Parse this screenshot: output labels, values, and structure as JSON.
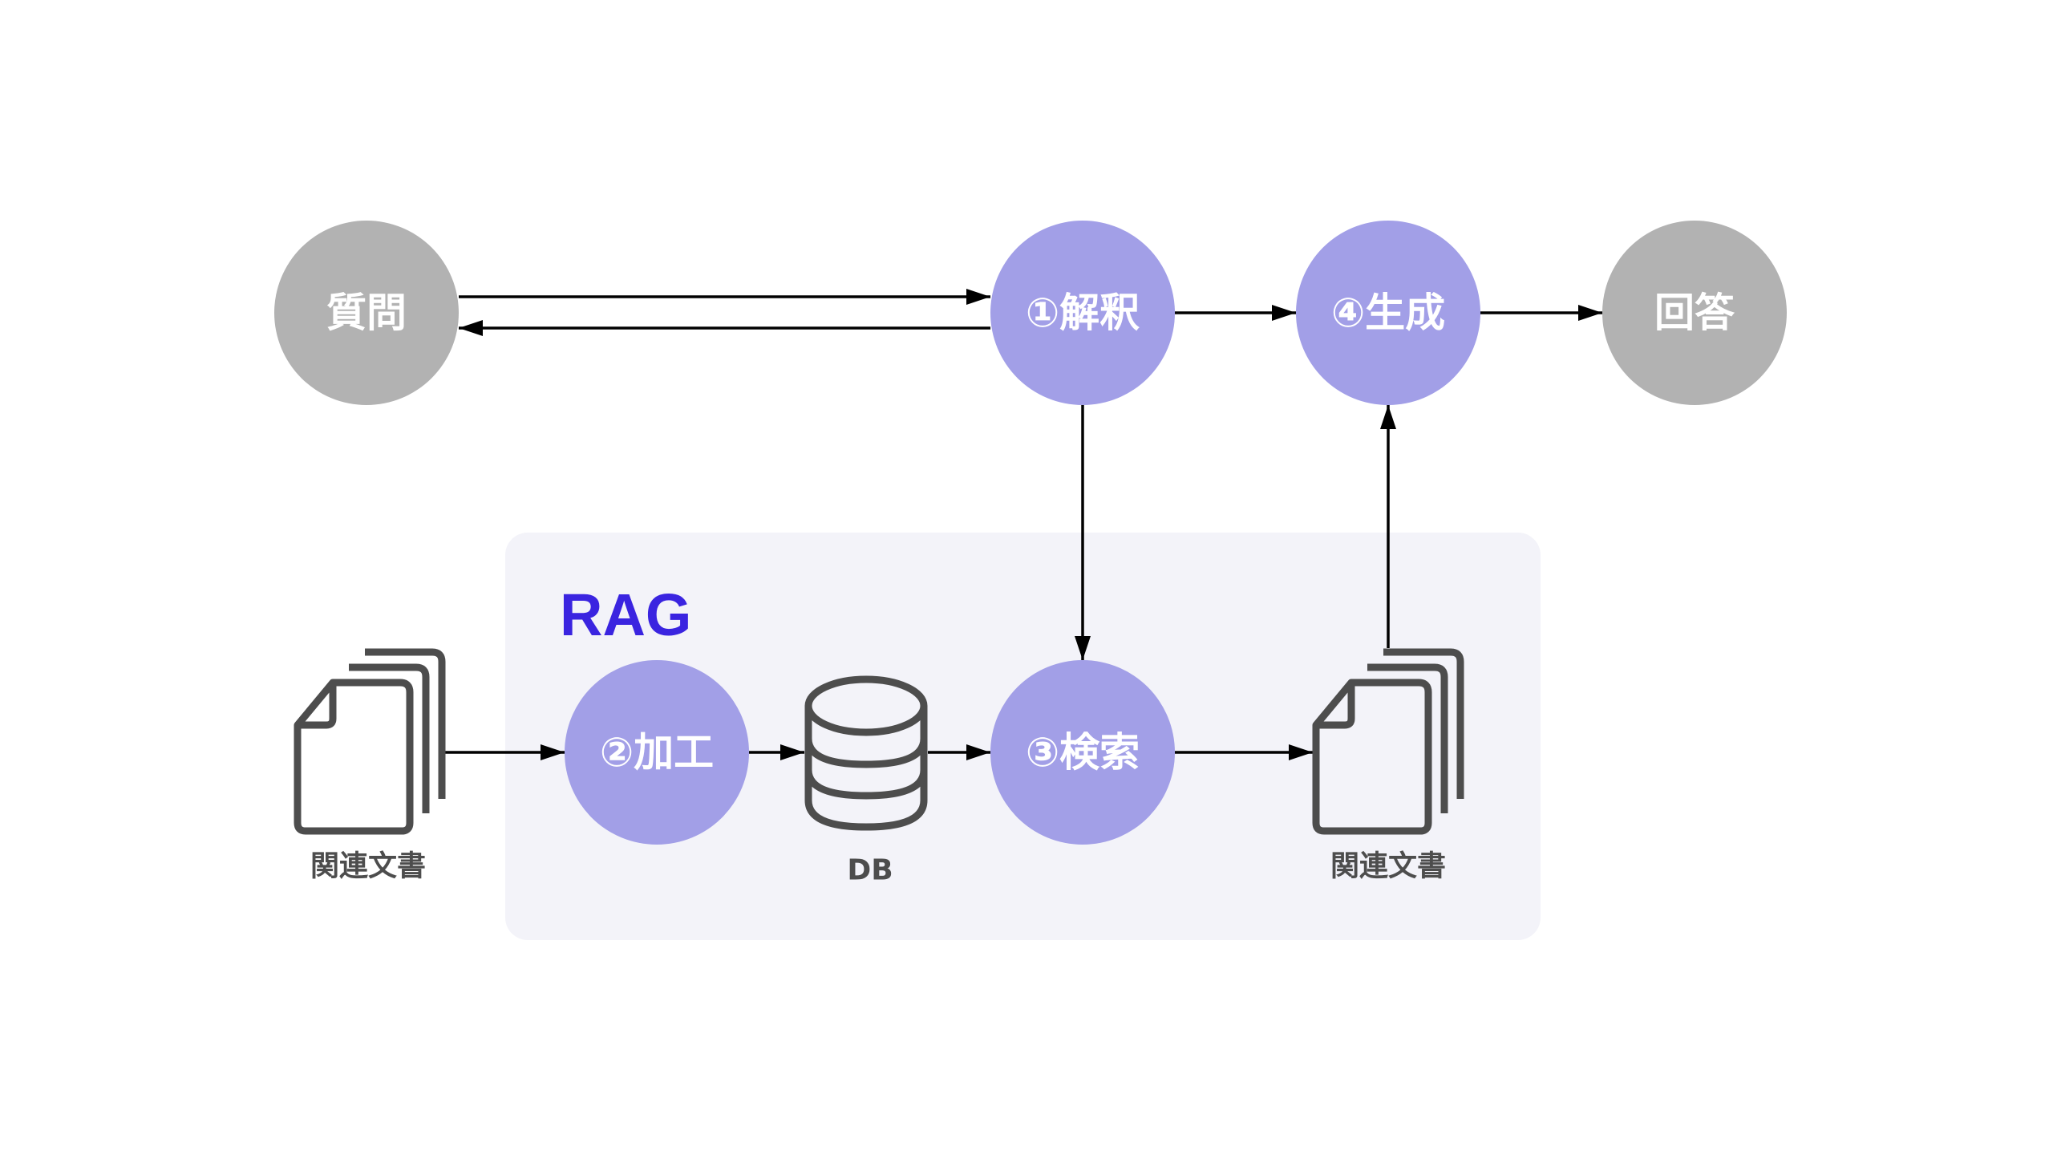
{
  "diagram": {
    "title": "RAG",
    "colors": {
      "step_node": "#a29fe7",
      "io_node": "#b2b2b2",
      "node_text": "#ffffff",
      "rag_box": "#f3f3f9",
      "rag_title": "#3a24e0",
      "icon": "#4d4d4d",
      "arrow": "#000000"
    },
    "nodes": {
      "question": {
        "label": "質問",
        "kind": "io"
      },
      "interpret": {
        "label": "①解釈",
        "kind": "step"
      },
      "generate": {
        "label": "④生成",
        "kind": "step"
      },
      "answer": {
        "label": "回答",
        "kind": "io"
      },
      "process": {
        "label": "②加工",
        "kind": "step"
      },
      "search": {
        "label": "③検索",
        "kind": "step"
      }
    },
    "icons": {
      "source_docs": {
        "icon": "documents-stack-icon",
        "label": "関連文書"
      },
      "database": {
        "icon": "database-icon",
        "label": "DB"
      },
      "retrieved_docs": {
        "icon": "documents-stack-icon",
        "label": "関連文書"
      }
    },
    "edges": [
      {
        "from": "質問",
        "to": "①解釈"
      },
      {
        "from": "①解釈",
        "to": "質問"
      },
      {
        "from": "①解釈",
        "to": "④生成"
      },
      {
        "from": "④生成",
        "to": "回答"
      },
      {
        "from": "①解釈",
        "to": "③検索"
      },
      {
        "from": "関連文書",
        "to": "②加工"
      },
      {
        "from": "②加工",
        "to": "DB"
      },
      {
        "from": "DB",
        "to": "③検索"
      },
      {
        "from": "③検索",
        "to": "関連文書"
      },
      {
        "from": "関連文書",
        "to": "④生成"
      }
    ]
  }
}
